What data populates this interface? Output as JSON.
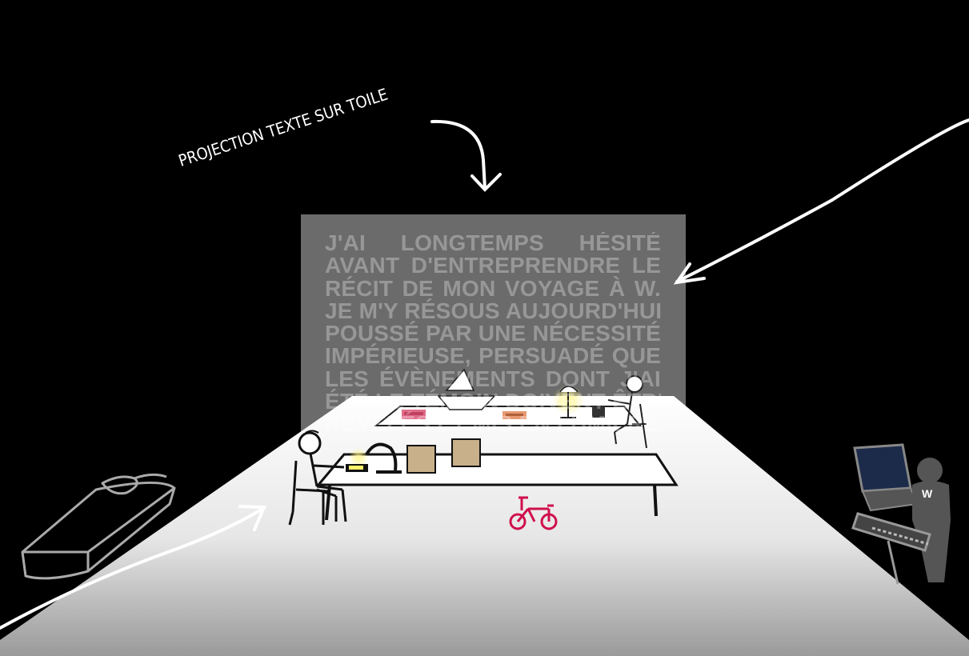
{
  "annotation": {
    "label": "PROJECTION TEXTE SUR TOILE"
  },
  "projected_text": {
    "lines": [
      "J'AI LONGTEMPS HÉSITÉ",
      "AVANT D'ENTREPRENDRE LE",
      "RÉCIT DE MON VOYAGE À W.",
      "JE M'Y RÉSOUS AUJOURD'HUI,",
      "POUSSÉ PAR UNE NÉCESSITÉ",
      "IMPÉRIEUSE, PERSUADÉ QUE",
      "LES ÉVÈNEMENTS DONT J'AI",
      "ÉTÉ LE TÉMOIN DOIVENT ÊTRE",
      "RÉVÉLÉS ET MIS EN LUMIÈRE."
    ]
  },
  "musician_shirt_mark": "W",
  "colors": {
    "background": "#000000",
    "screen": "#6b6b6b",
    "floor_light": "#ffffff",
    "floor_dark": "#9a9a9a",
    "bicycle": "#d0104c",
    "lamp_glow": "#fff26a",
    "box": "#c8b08a",
    "stroke": "#ffffff"
  },
  "icons": [
    "bed-icon",
    "bicycle-icon",
    "laptop-icon",
    "keyboard-instrument-icon",
    "stick-figure-icon",
    "desk-lamp-icon",
    "paper-boat-icon"
  ]
}
